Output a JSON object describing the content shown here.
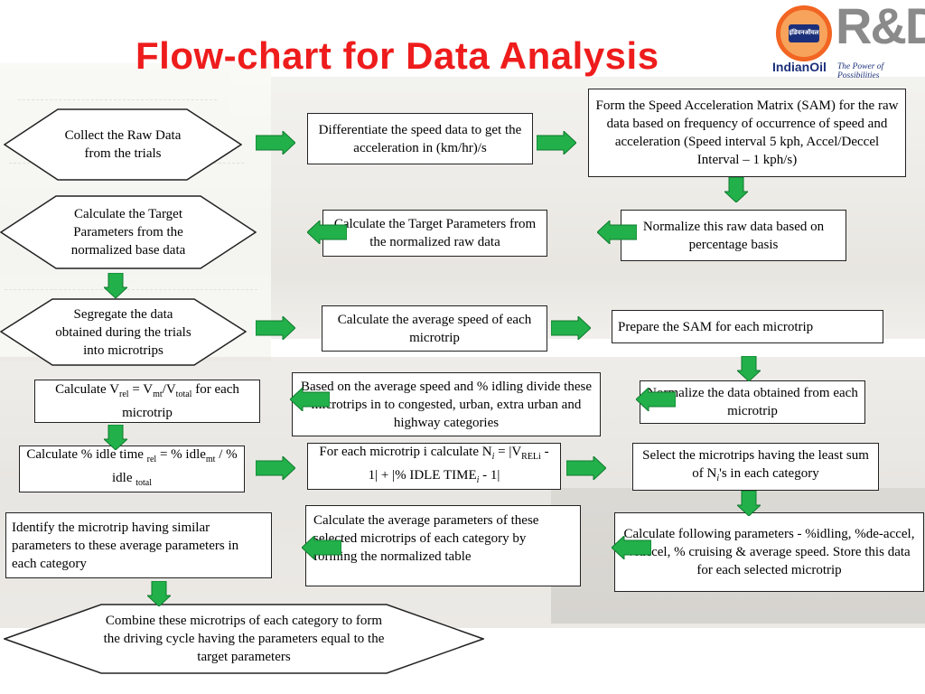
{
  "title": "Flow-chart for Data Analysis",
  "logo": {
    "circle_text": "इंडियनऑयल",
    "brand": "IndianOil",
    "rd": "R&D",
    "tagline": "The Power of Possibilities"
  },
  "colors": {
    "title": "#ee1c1c",
    "arrow": "#22b04a",
    "arrow_edge": "#0e7a2c"
  },
  "nodes": {
    "collect": "Collect the Raw Data from the trials",
    "differentiate": "Differentiate the speed data to get the acceleration in (km/hr)/s",
    "form_sam": "Form the Speed Acceleration Matrix (SAM) for the raw data based on frequency of occurrence of speed and acceleration (Speed interval 5 kph, Accel/Deccel Interval – 1 kph/s)",
    "normalize_raw": "Normalize this raw data based on percentage basis",
    "calc_target_raw": "Calculate the Target Parameters from the normalized raw data",
    "calc_target_base": "Calculate the Target Parameters from the normalized base data",
    "segregate": "Segregate the data obtained during the trials into microtrips",
    "avg_speed": "Calculate the average speed of each microtrip",
    "prepare_sam": "Prepare the SAM for each microtrip",
    "normalize_micro": "Normalize the data obtained from each microtrip",
    "divide": "Based on the average speed and % idling divide these microtrips in to congested, urban, extra urban and highway categories",
    "vrel_a": "Calculate V",
    "vrel_rel": "rel",
    "vrel_eq": " = V",
    "vrel_mt": "mt",
    "vrel_slash": "/V",
    "vrel_total": "total",
    "vrel_b": " for each microtrip",
    "idle_a": "Calculate % idle time ",
    "idle_rel": "rel",
    "idle_b": " = % idle",
    "idle_mt": "mt",
    "idle_c": " / % idle ",
    "idle_total": "total",
    "ni_a": "For each microtrip i calculate N",
    "ni_i": "i",
    "ni_b": " = |V",
    "ni_reli": "RELi",
    "ni_c": " - 1| + |% IDLE TIME",
    "ni_i2": "i",
    "ni_d": " - 1|",
    "select_a": "Select the microtrips having the least sum of N",
    "select_i": "i",
    "select_b": "'s in each category",
    "calc_following": "Calculate following parameters - %idling, %de-accel, %accel, % cruising & average speed. Store this data for each selected microtrip",
    "calc_avg_params": "Calculate the average parameters of these selected microtrips of each category by forming the normalized table",
    "identify": "Identify the microtrip having similar parameters to these average parameters in each category",
    "combine": "Combine these microtrips of each category to form the driving cycle having the parameters equal to the target parameters"
  }
}
